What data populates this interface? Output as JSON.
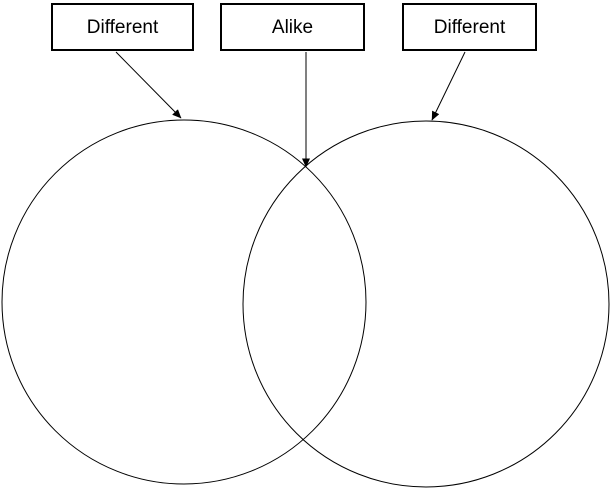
{
  "diagram": {
    "type": "venn-two-circle",
    "label_boxes": [
      {
        "label": "Different",
        "points_to": "left-circle-top"
      },
      {
        "label": "Alike",
        "points_to": "circles-intersection"
      },
      {
        "label": "Different",
        "points_to": "right-circle-top"
      }
    ],
    "regions": [
      {
        "name": "left-only",
        "meaning": "Different"
      },
      {
        "name": "overlap",
        "meaning": "Alike"
      },
      {
        "name": "right-only",
        "meaning": "Different"
      }
    ],
    "colors": {
      "stroke": "#000000",
      "text": "#000000",
      "background": "#ffffff"
    }
  }
}
